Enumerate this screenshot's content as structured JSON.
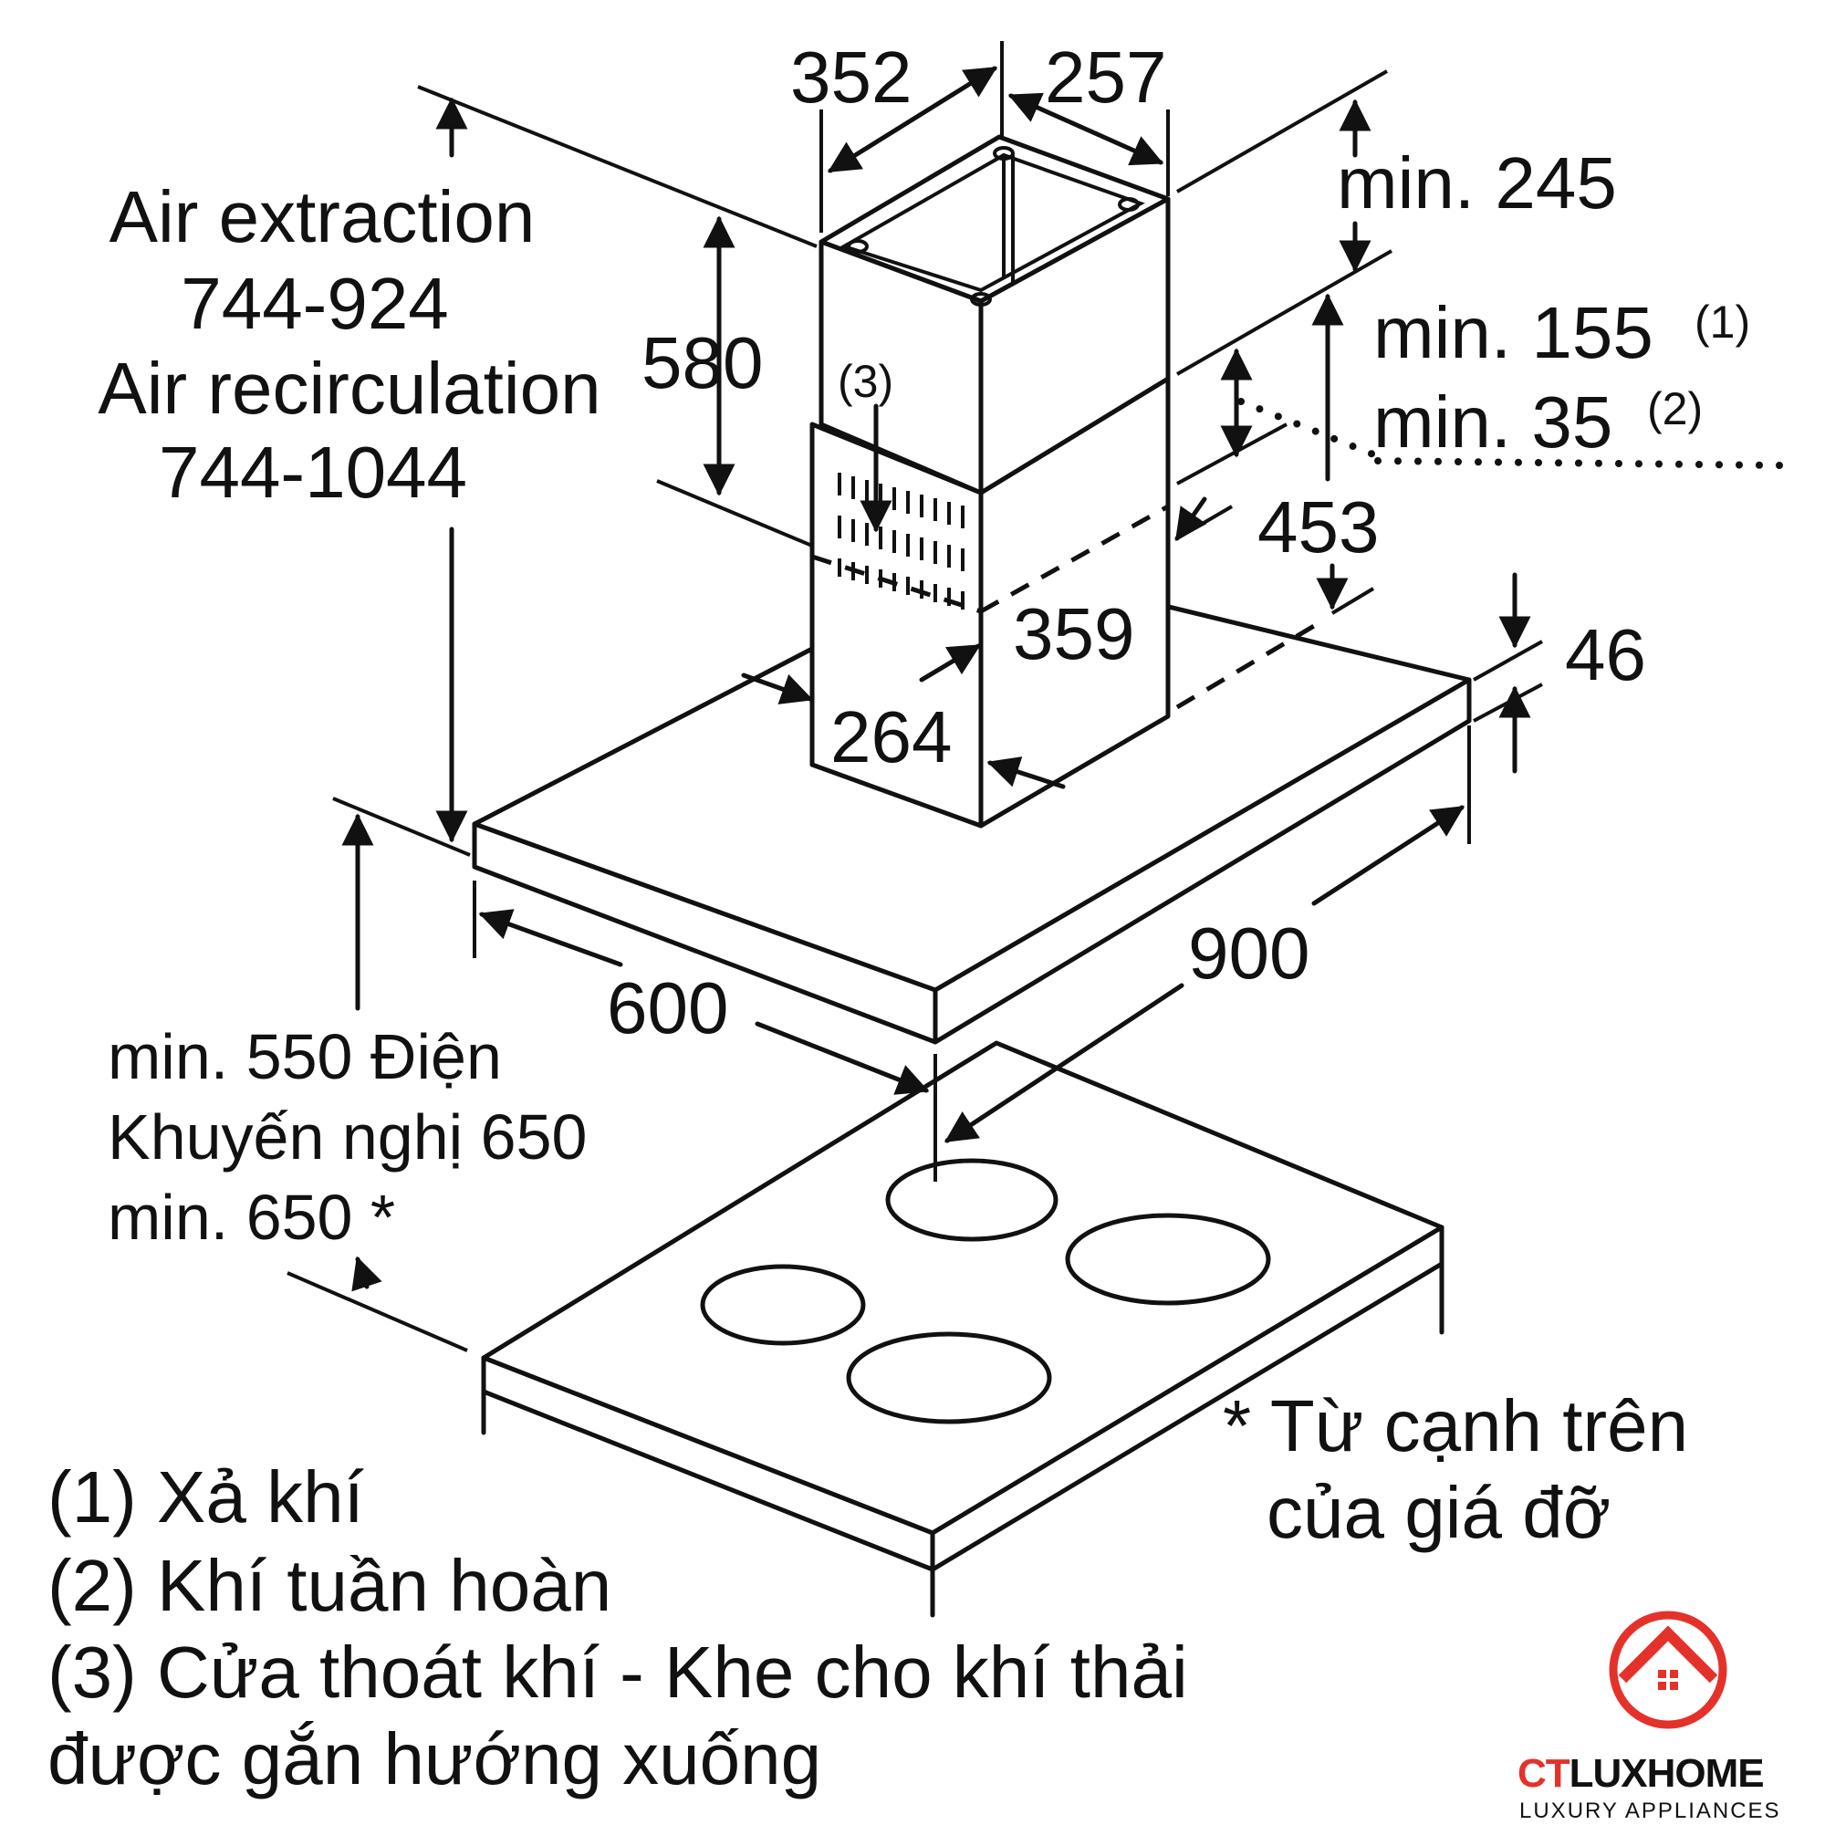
{
  "dimensions": {
    "chimney_width": "352",
    "chimney_depth": "257",
    "min_245": "min. 245",
    "chimney_height": "580",
    "min_155": "min. 155",
    "note_1_ref": "(1)",
    "min_35": "min. 35",
    "note_2_ref": "(2)",
    "d453": "453",
    "d359": "359",
    "d264": "264",
    "d46": "46",
    "d900": "900",
    "d600": "600",
    "vent_ref": "(3)"
  },
  "heights": {
    "extraction_label": "Air extraction",
    "extraction_value": "744-924",
    "recirculation_label": "Air recirculation",
    "recirculation_value": "744-1044"
  },
  "clearance": {
    "line1": "min. 550 Điện",
    "line2": "Khuyến nghị 650",
    "line3": "min. 650 *"
  },
  "footnote": {
    "line1": "* Từ cạnh trên",
    "line2": "của giá đỡ"
  },
  "legend": [
    "(1) Xả khí",
    "(2) Khí tuần hoàn",
    "(3) Cửa thoát khí - Khe cho khí thải",
    "được gắn hướng xuống"
  ],
  "brand": {
    "name": "CTLUXHOME",
    "name_part1": "CT",
    "name_part2": "LUX",
    "name_part3": "HOME",
    "tagline": "LUXURY APPLIANCES",
    "color": "#e4322b"
  }
}
